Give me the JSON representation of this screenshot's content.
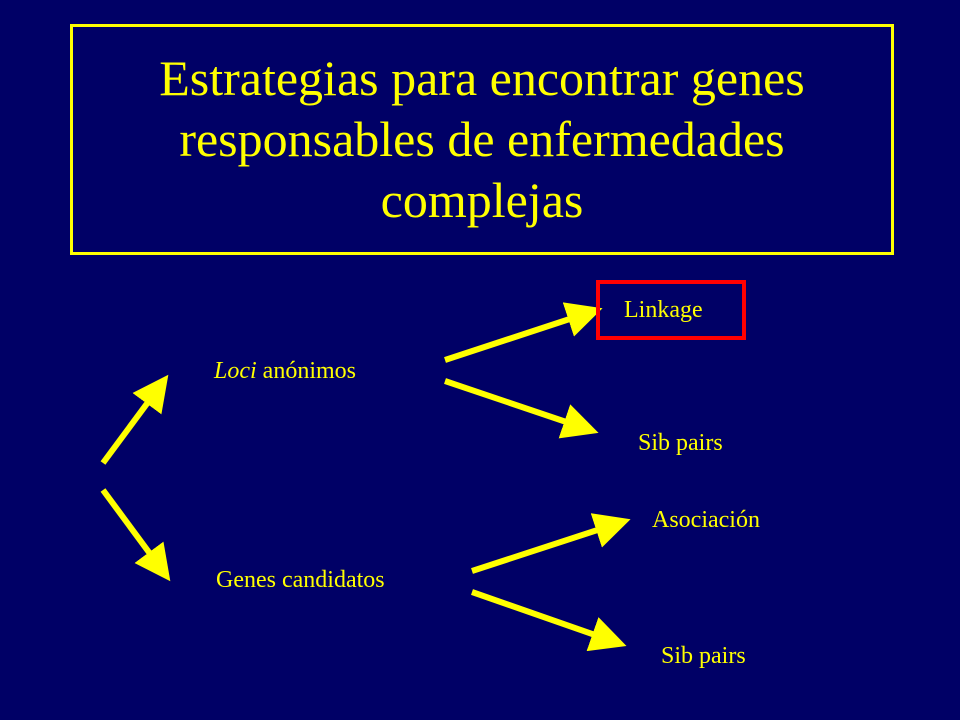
{
  "slide": {
    "title": "Estrategias para encontrar genes responsables de enfermedades complejas"
  },
  "diagram": {
    "branch_top": {
      "italic": "Loci",
      "rest": " anónimos"
    },
    "branch_bottom": "Genes candidatos",
    "top_children": [
      "Linkage",
      "Sib pairs"
    ],
    "bottom_children": [
      "Asociación",
      "Sib pairs"
    ]
  },
  "colors": {
    "background": "#000066",
    "text": "#ffff00",
    "arrow": "#ffff00",
    "highlight": "#ff0000"
  }
}
